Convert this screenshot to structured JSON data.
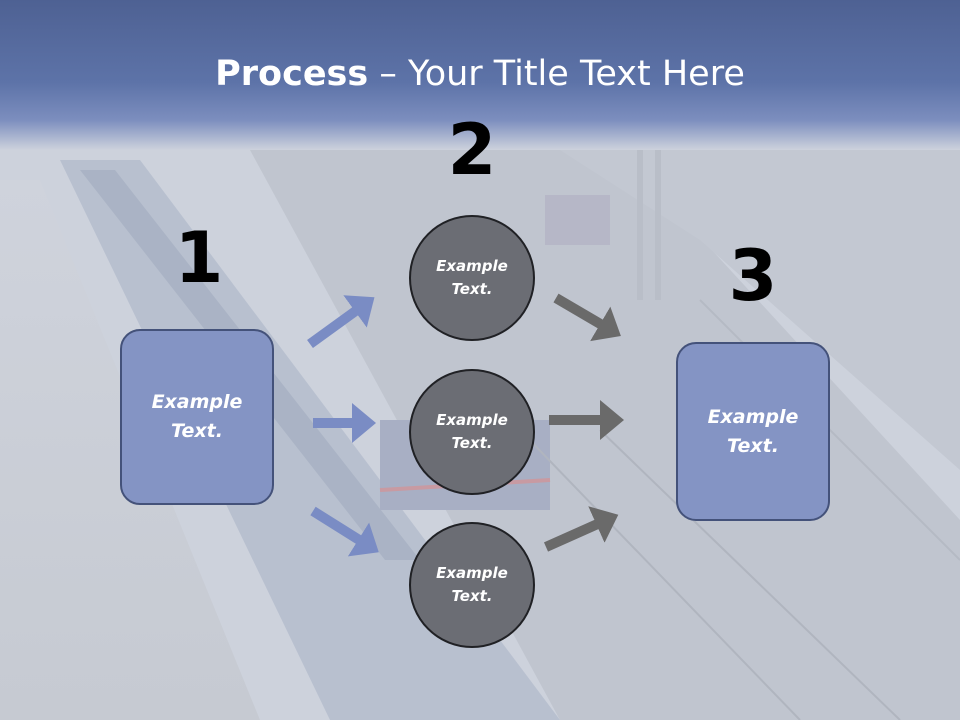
{
  "slide": {
    "title_bold": "Process",
    "title_rest": " – Your Title Text Here",
    "steps": [
      {
        "number": "1",
        "text_line1": "Example",
        "text_line2": "Text."
      },
      {
        "number": "2"
      },
      {
        "number": "3",
        "text_line1": "Example",
        "text_line2": "Text."
      }
    ],
    "circles": [
      {
        "text_line1": "Example",
        "text_line2": "Text."
      },
      {
        "text_line1": "Example",
        "text_line2": "Text."
      },
      {
        "text_line1": "Example",
        "text_line2": "Text."
      }
    ]
  },
  "colors": {
    "title_band": "#5d73a8",
    "box_fill": "#8494c4",
    "box_border": "#44527a",
    "circle_fill": "#6b6d74",
    "blue_arrow": "#7a8cc4",
    "gray_arrow": "#6a6a6a"
  }
}
